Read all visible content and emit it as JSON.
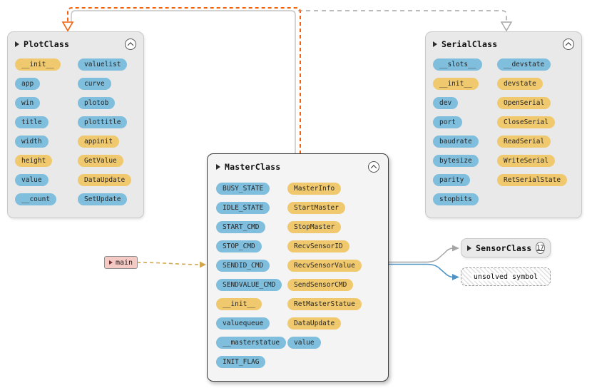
{
  "colors": {
    "field_pill": "#7fbedd",
    "method_pill": "#f0c96e",
    "edge_selected": "#f2600a",
    "edge_gray": "#a5a5a5",
    "edge_base": "#c2c2c2",
    "edge_call": "#d2a74c",
    "edge_blue": "#4f93c6"
  },
  "plotclass": {
    "title": "PlotClass",
    "members_left": [
      {
        "label": "__init__",
        "color": "yellow"
      },
      {
        "label": "app",
        "color": "blue"
      },
      {
        "label": "win",
        "color": "blue"
      },
      {
        "label": "title",
        "color": "blue"
      },
      {
        "label": "width",
        "color": "blue"
      },
      {
        "label": "height",
        "color": "yellow"
      },
      {
        "label": "value",
        "color": "blue"
      },
      {
        "label": "__count",
        "color": "blue"
      }
    ],
    "members_right": [
      {
        "label": "valuelist",
        "color": "blue"
      },
      {
        "label": "curve",
        "color": "blue"
      },
      {
        "label": "plotob",
        "color": "blue"
      },
      {
        "label": "plottitle",
        "color": "blue"
      },
      {
        "label": "appinit",
        "color": "yellow"
      },
      {
        "label": "GetValue",
        "color": "yellow"
      },
      {
        "label": "DataUpdate",
        "color": "yellow"
      },
      {
        "label": "SetUpdate",
        "color": "blue"
      }
    ]
  },
  "masterclass": {
    "title": "MasterClass",
    "members_left": [
      {
        "label": "BUSY_STATE",
        "color": "blue"
      },
      {
        "label": "IDLE_STATE",
        "color": "blue"
      },
      {
        "label": "START_CMD",
        "color": "blue"
      },
      {
        "label": "STOP_CMD",
        "color": "blue"
      },
      {
        "label": "SENDID_CMD",
        "color": "blue"
      },
      {
        "label": "SENDVALUE_CMD",
        "color": "blue"
      },
      {
        "label": "__init__",
        "color": "yellow"
      },
      {
        "label": "valuequeue",
        "color": "blue"
      },
      {
        "label": "__masterstatue",
        "color": "blue"
      },
      {
        "label": "INIT_FLAG",
        "color": "blue"
      }
    ],
    "members_right": [
      {
        "label": "MasterInfo",
        "color": "yellow"
      },
      {
        "label": "StartMaster",
        "color": "yellow"
      },
      {
        "label": "StopMaster",
        "color": "yellow"
      },
      {
        "label": "RecvSensorID",
        "color": "yellow"
      },
      {
        "label": "RecvSensorValue",
        "color": "yellow"
      },
      {
        "label": "SendSensorCMD",
        "color": "yellow"
      },
      {
        "label": "RetMasterStatue",
        "color": "yellow"
      },
      {
        "label": "DataUpdate",
        "color": "yellow"
      },
      {
        "label": "value",
        "color": "blue"
      }
    ]
  },
  "serialclass": {
    "title": "SerialClass",
    "members_left": [
      {
        "label": "__slots__",
        "color": "blue"
      },
      {
        "label": "__init__",
        "color": "yellow"
      },
      {
        "label": "dev",
        "color": "blue"
      },
      {
        "label": "port",
        "color": "blue"
      },
      {
        "label": "baudrate",
        "color": "blue"
      },
      {
        "label": "bytesize",
        "color": "blue"
      },
      {
        "label": "parity",
        "color": "blue"
      },
      {
        "label": "stopbits",
        "color": "blue"
      }
    ],
    "members_right": [
      {
        "label": "__devstate",
        "color": "blue"
      },
      {
        "label": "devstate",
        "color": "yellow"
      },
      {
        "label": "OpenSerial",
        "color": "yellow"
      },
      {
        "label": "CloseSerial",
        "color": "yellow"
      },
      {
        "label": "ReadSerial",
        "color": "yellow"
      },
      {
        "label": "WriteSerial",
        "color": "yellow"
      },
      {
        "label": "RetSerialState",
        "color": "yellow"
      }
    ]
  },
  "main_node": {
    "label": "main"
  },
  "sensor_node": {
    "title": "SensorClass",
    "badge": "17"
  },
  "unsolved_node": {
    "label": "unsolved symbol"
  }
}
